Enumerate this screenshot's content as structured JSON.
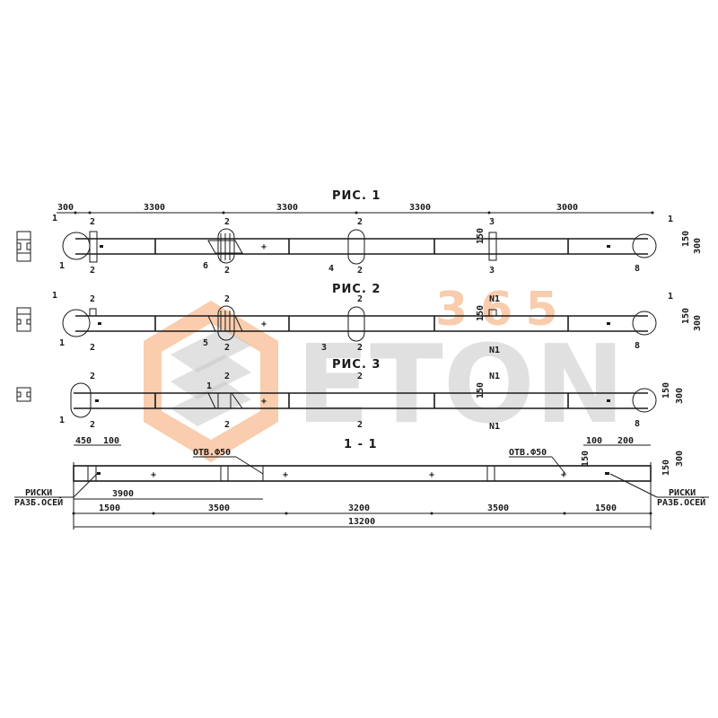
{
  "watermark": {
    "brand_text": "ETON",
    "number_text": "365",
    "orange": "#f4a46a",
    "grey": "#c8c8c8"
  },
  "figures": [
    {
      "title": "РИС. 1",
      "top_dimensions": [
        "300",
        "3300",
        "3300",
        "3300",
        "3000"
      ],
      "callouts": [
        "1",
        "6",
        "4",
        "8"
      ],
      "section_marks": [
        "1",
        "2",
        "2",
        "2",
        "2",
        "2",
        "2",
        "3",
        "3",
        "1"
      ],
      "side_dimensions": [
        "150",
        "150",
        "300"
      ]
    },
    {
      "title": "РИС. 2",
      "callouts": [
        "1",
        "5",
        "3",
        "8"
      ],
      "section_marks": [
        "1",
        "2",
        "2",
        "2",
        "2",
        "2",
        "2",
        "N1",
        "N1",
        "1"
      ],
      "side_dimensions": [
        "150",
        "150",
        "300"
      ]
    },
    {
      "title": "РИС. 3",
      "callouts": [
        "1",
        "1",
        "8"
      ],
      "section_marks": [
        "2",
        "2",
        "2",
        "2",
        "2",
        "2",
        "N1",
        "N1"
      ],
      "side_dimensions": [
        "150",
        "150",
        "300"
      ]
    }
  ],
  "section": {
    "title": "1 - 1",
    "top_dims_left": [
      "450",
      "100"
    ],
    "top_dims_right": [
      "100",
      "200"
    ],
    "hole_label_left": "ОТВ.Ф50",
    "hole_label_right": "ОТВ.Ф50",
    "marks_label_line1": "РИСКИ",
    "marks_label_line2": "РАЗБ.ОСЕЙ",
    "side_dimensions": [
      "150",
      "150",
      "300"
    ],
    "dim_row1": [
      "3900"
    ],
    "dim_row2": [
      "1500",
      "3500",
      "3200",
      "3500",
      "1500"
    ],
    "total": "13200"
  }
}
